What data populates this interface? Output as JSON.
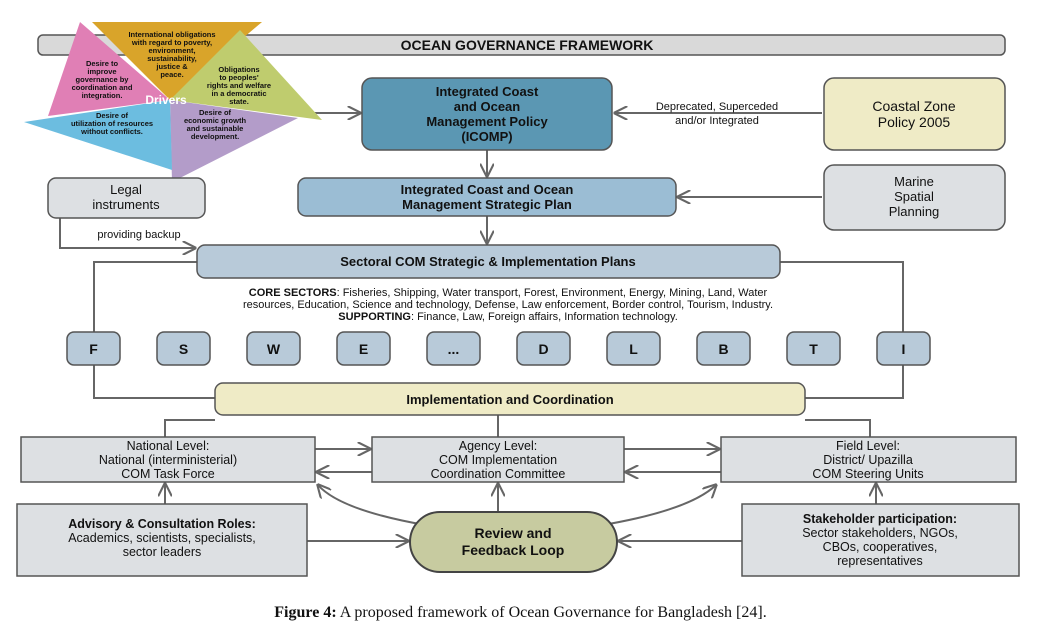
{
  "title": "OCEAN GOVERNANCE FRAMEWORK",
  "drivers": {
    "center": "Drivers",
    "international": [
      "International obligations",
      "with regard to poverty,",
      "environment,",
      "sustainability,",
      "justice &",
      "peace."
    ],
    "governance": [
      "Desire to",
      "improve",
      "governance by",
      "coordination and",
      "integration."
    ],
    "obligations": [
      "Obligations",
      "to peoples'",
      "rights and welfare",
      "in a democratic",
      "state."
    ],
    "utilization": [
      "Desire of",
      "utilization of resources",
      "without conflicts."
    ],
    "economic": [
      "Desire of",
      "economic growth",
      "and sustainable",
      "development."
    ],
    "colors": {
      "international": "#d9a42a",
      "governance": "#e07fb5",
      "obligations": "#bfcc6e",
      "utilization": "#6cbde0",
      "economic": "#b39cc9"
    }
  },
  "icomp": [
    "Integrated Coast",
    "and Ocean",
    "Management Policy",
    "(ICOMP)"
  ],
  "coastal_zone": [
    "Coastal Zone",
    "Policy 2005"
  ],
  "deprecated_label": [
    "Deprecated, Superceded",
    "and/or Integrated"
  ],
  "legal": [
    "Legal",
    "instruments"
  ],
  "backup_label": "providing backup",
  "strategic_plan": [
    "Integrated Coast and Ocean",
    "Management Strategic Plan"
  ],
  "marine": [
    "Marine",
    "Spatial",
    "Planning"
  ],
  "sectoral": "Sectoral COM Strategic & Implementation Plans",
  "core": {
    "label": "CORE SECTORS",
    "line1": ": Fisheries, Shipping, Water transport, Forest, Environment, Energy, Mining, Land, Water",
    "line2": "resources, Education, Science and technology, Defense, Law enforcement, Border control, Tourism, Industry.",
    "supporting_label": "SUPPORTING",
    "supporting": ": Finance, Law, Foreign affairs, Information technology."
  },
  "sectors": [
    "F",
    "S",
    "W",
    "E",
    "...",
    "D",
    "L",
    "B",
    "T",
    "I"
  ],
  "implementation": "Implementation and Coordination",
  "national": [
    "National Level:",
    "National (interministerial)",
    "COM Task Force"
  ],
  "agency": [
    "Agency Level:",
    "COM Implementation",
    "Coordination Committee"
  ],
  "field": [
    "Field Level:",
    "District/ Upazilla",
    "COM Steering Units"
  ],
  "advisory": [
    "Advisory & Consultation Roles:",
    "Academics, scientists, specialists,",
    "sector leaders"
  ],
  "review": [
    "Review and",
    "Feedback Loop"
  ],
  "stakeholder": [
    "Stakeholder participation:",
    "Sector stakeholders, NGOs,",
    "CBOs, cooperatives,",
    "representatives"
  ],
  "caption": {
    "label": "Figure 4:",
    "text": " A proposed framework of Ocean Governance for Bangladesh [24]."
  }
}
